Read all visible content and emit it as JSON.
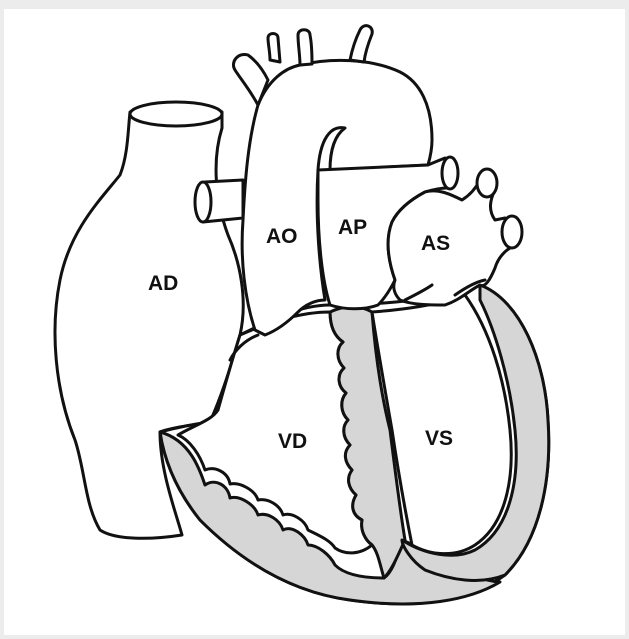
{
  "diagram": {
    "labels": {
      "ad": "AD",
      "ao": "AO",
      "ap": "AP",
      "as": "AS",
      "vd": "VD",
      "vs": "VS"
    },
    "colors": {
      "background": "#ececec",
      "canvas": "#ffffff",
      "outline": "#111111",
      "myocardium": "#d6d6d6"
    }
  }
}
